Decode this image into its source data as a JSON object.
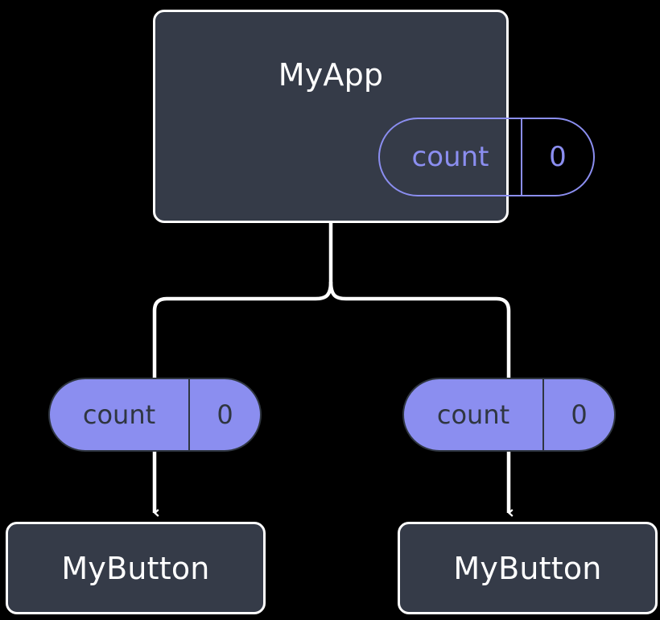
{
  "diagram": {
    "title_node": {
      "label": "MyApp",
      "state_pill": {
        "key": "count",
        "value": "0"
      }
    },
    "children": [
      {
        "state_pill": {
          "key": "count",
          "value": "0"
        },
        "label": "MyButton"
      },
      {
        "state_pill": {
          "key": "count",
          "value": "0"
        },
        "label": "MyButton"
      }
    ]
  },
  "colors": {
    "background": "#000000",
    "node_fill": "#353b48",
    "node_stroke": "#ffffff",
    "node_text": "#ffffff",
    "accent_purple": "#8b8ef0",
    "pill_text_dark": "#2f3640",
    "edge": "#ffffff"
  }
}
